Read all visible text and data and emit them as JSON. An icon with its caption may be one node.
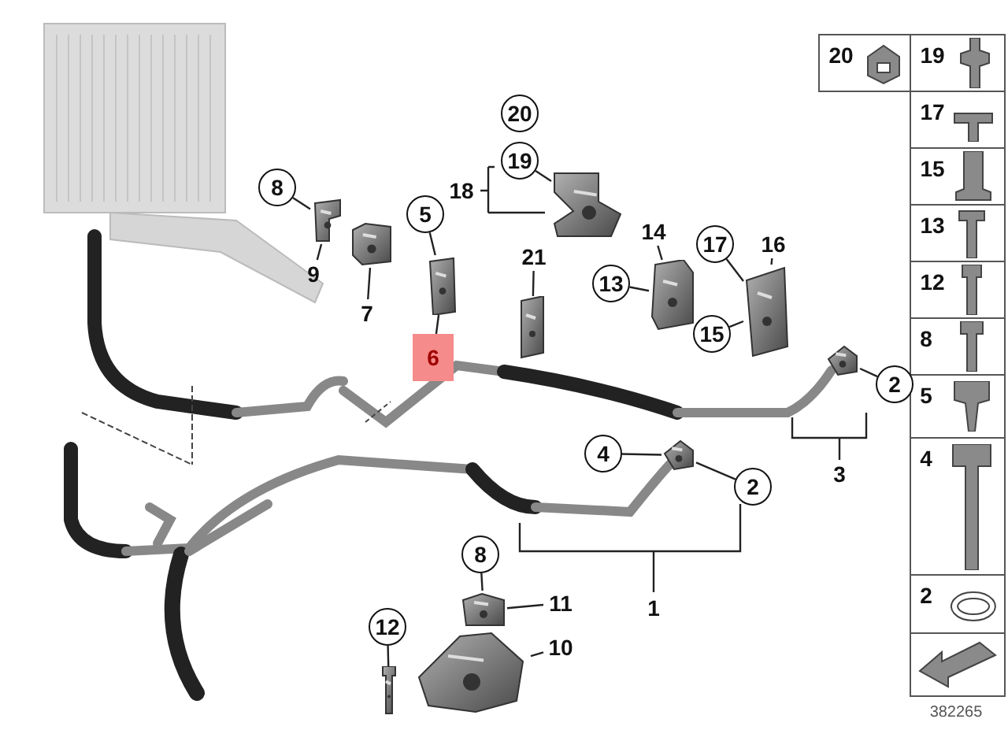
{
  "diagram": {
    "nodes": [
      {
        "text": [
          "8"
        ]
      },
      {
        "text": [],
        "shape": "picture"
      },
      {
        "text": [
          "9"
        ]
      },
      {
        "text": [],
        "shape": "picture"
      },
      {
        "text": [
          "7"
        ]
      },
      {
        "text": [
          "5"
        ]
      },
      {
        "text": [],
        "shape": "picture"
      },
      {
        "text": [
          "6"
        ]
      },
      {
        "text": [
          "19"
        ]
      },
      {
        "text": [],
        "shape": "picture"
      },
      {
        "text": [
          "21"
        ]
      },
      {
        "text": [],
        "shape": "picture"
      },
      {
        "text": [
          "14"
        ]
      },
      {
        "text": [
          "13"
        ]
      },
      {
        "text": [],
        "shape": "picture"
      },
      {
        "text": [
          "17"
        ]
      },
      {
        "text": [
          "16"
        ]
      },
      {
        "text": [
          "15"
        ]
      },
      {
        "text": [],
        "shape": "picture"
      },
      {
        "text": [
          "2"
        ]
      },
      {
        "text": [],
        "shape": "picture"
      },
      {
        "text": [
          "4"
        ]
      },
      {
        "text": [
          "2"
        ]
      },
      {
        "text": [],
        "shape": "picture"
      },
      {
        "text": [
          "8"
        ]
      },
      {
        "text": [],
        "shape": "picture"
      },
      {
        "text": [
          "11"
        ]
      },
      {
        "text": [
          "10"
        ]
      },
      {
        "text": [],
        "shape": "picture"
      },
      {
        "text": [
          "12"
        ]
      },
      {
        "text": [],
        "shape": "picture"
      },
      {
        "text": [
          "20"
        ]
      }
    ],
    "edges": [
      {
        "from": 0,
        "to": 1,
        "arrow": "none"
      },
      {
        "from": 2,
        "to": 1,
        "arrow": "none"
      },
      {
        "from": 4,
        "to": 3,
        "arrow": "none"
      },
      {
        "from": 5,
        "to": 6,
        "arrow": "none"
      },
      {
        "from": 7,
        "to": 6,
        "arrow": "none"
      },
      {
        "from": 8,
        "to": 9,
        "arrow": "none"
      },
      {
        "from": 10,
        "to": 11,
        "arrow": "none"
      },
      {
        "from": 12,
        "to": 14,
        "arrow": "none"
      },
      {
        "from": 13,
        "to": 14,
        "arrow": "none"
      },
      {
        "from": 15,
        "to": 18,
        "arrow": "none"
      },
      {
        "from": 16,
        "to": 18,
        "arrow": "none"
      },
      {
        "from": 17,
        "to": 18,
        "arrow": "none"
      },
      {
        "from": 19,
        "to": 20,
        "arrow": "none"
      },
      {
        "from": 21,
        "to": 23,
        "arrow": "none"
      },
      {
        "from": 22,
        "to": 23,
        "arrow": "none"
      },
      {
        "from": 24,
        "to": 25,
        "arrow": "none"
      },
      {
        "from": 26,
        "to": 25,
        "arrow": "none"
      },
      {
        "from": 27,
        "to": 28,
        "arrow": "none"
      },
      {
        "from": 29,
        "to": 30,
        "arrow": "none"
      }
    ],
    "labels": [
      "18",
      "3",
      "1",
      "20",
      "19",
      "17",
      "15",
      "13",
      "12",
      "8",
      "5",
      "4",
      "2",
      "382265"
    ]
  }
}
